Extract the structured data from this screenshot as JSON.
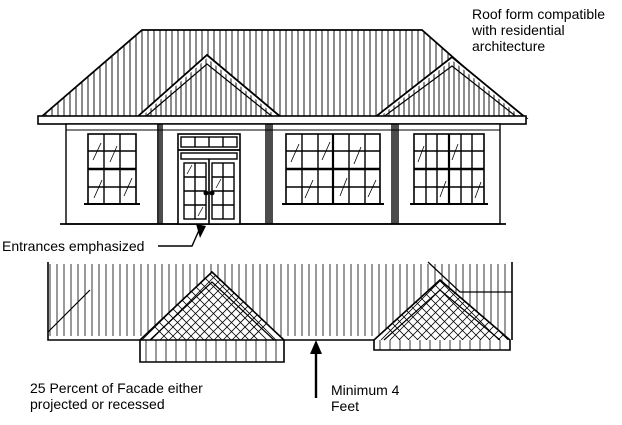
{
  "labels": {
    "roof_form": "Roof form compatible with residential architecture",
    "entrances": "Entrances emphasized",
    "facade_percent": "25 Percent of Facade either projected or recessed",
    "minimum_depth": "Minimum 4 Feet"
  },
  "colors": {
    "ink": "#000000",
    "paper": "#ffffff"
  }
}
